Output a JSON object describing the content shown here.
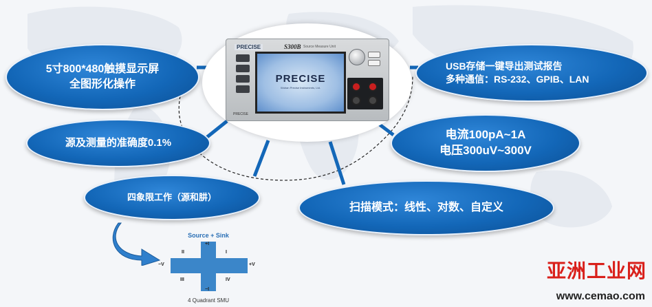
{
  "features": {
    "display": [
      "5寸800*480触摸显示屏",
      "全图形化操作"
    ],
    "accuracy": [
      "源及测量的准确度0.1%"
    ],
    "quadrant": [
      "四象限工作（源和肼）"
    ],
    "usb": [
      "USB存储一键导出测试报告",
      "多种通信：RS-232、GPIB、LAN"
    ],
    "range": [
      "电流100pA~1A",
      "电压300uV~300V"
    ],
    "scan": [
      "扫描模式：线性、对数、自定义"
    ]
  },
  "device": {
    "logo": "PRECISE",
    "model": "S300B",
    "model_sub": "Source Measure Unit",
    "screen_brand": "PRECISE",
    "screen_sub": "Wuhan Precise Instruments, Ltd.",
    "foot": "PRECISE"
  },
  "quadrant_diagram": {
    "title": "Source + Sink",
    "plus_i": "+I",
    "minus_i": "−I",
    "plus_v": "+V",
    "minus_v": "−V",
    "q1": "I",
    "q2": "II",
    "q3": "III",
    "q4": "IV",
    "caption": "4 Quadrant SMU"
  },
  "watermark": {
    "name": "亚洲工业网",
    "url": "www.cemao.com"
  },
  "colors": {
    "ellipse_blue": "#1367b8",
    "watermark_red": "#d9201b"
  }
}
